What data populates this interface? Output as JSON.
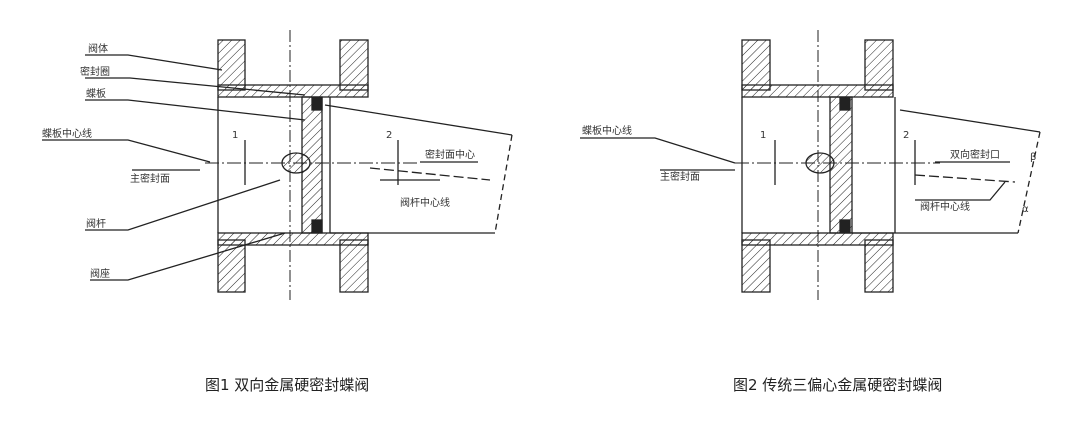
{
  "figure1": {
    "caption": "图1 双向金属硬密封蝶阀",
    "labels": [
      "阀体",
      "密封圈",
      "蝶板",
      "蝶板中心线",
      "主密封面",
      "阀杆",
      "阀座"
    ],
    "right_labels": [
      "密封面中心",
      "阀杆中心线"
    ],
    "dims": [
      "1",
      "2"
    ]
  },
  "figure2": {
    "caption": "图2 传统三偏心金属硬密封蝶阀",
    "labels": [
      "蝶板中心线",
      "主密封面"
    ],
    "right_labels": [
      "双向密封口",
      "阀杆中心线"
    ],
    "dims": [
      "1",
      "2",
      "β",
      "α"
    ]
  }
}
